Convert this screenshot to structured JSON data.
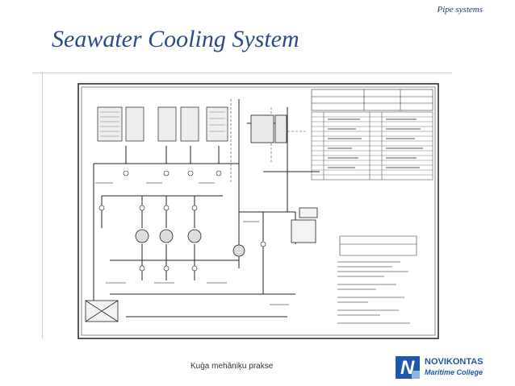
{
  "header": {
    "section_label": "Pipe systems"
  },
  "slide": {
    "title": "Seawater Cooling System"
  },
  "footer": {
    "course_label": "Kuģa mehāniķu prakse"
  },
  "logo": {
    "name": "NOVIKONTAS",
    "subtitle": "Maritime College",
    "mark": "N"
  },
  "drawing": {
    "description_visible": false
  }
}
